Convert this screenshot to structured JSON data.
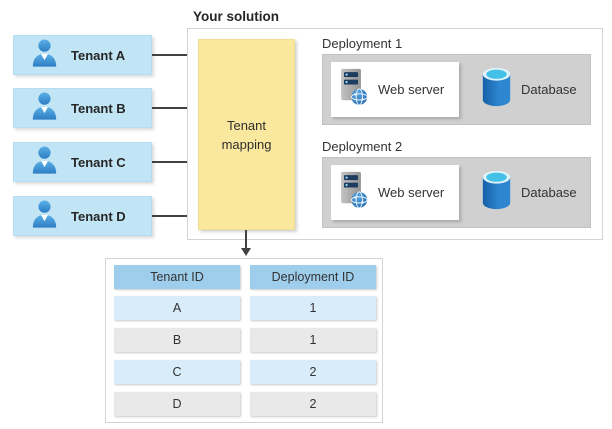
{
  "solution": {
    "title": "Your solution",
    "mapping_label": "Tenant mapping"
  },
  "tenants": [
    {
      "label": "Tenant A"
    },
    {
      "label": "Tenant B"
    },
    {
      "label": "Tenant C"
    },
    {
      "label": "Tenant D"
    }
  ],
  "deployments": [
    {
      "label": "Deployment 1",
      "web_server_label": "Web server",
      "database_label": "Database"
    },
    {
      "label": "Deployment 2",
      "web_server_label": "Web server",
      "database_label": "Database"
    }
  ],
  "mapping_table": {
    "columns": [
      "Tenant ID",
      "Deployment ID"
    ],
    "rows": [
      [
        "A",
        "1"
      ],
      [
        "B",
        "1"
      ],
      [
        "C",
        "2"
      ],
      [
        "D",
        "2"
      ]
    ]
  },
  "icons": {
    "person": "person-icon",
    "web_server": "web-server-icon",
    "database": "database-cylinder-icon"
  },
  "colors": {
    "tenant_box": "#c2e5f6",
    "mapping_box": "#fbe89f",
    "deployment_box": "#d0d0d0",
    "table_header": "#9fceec",
    "table_row_blue": "#d9ecf9",
    "table_row_gray": "#e9e9e9",
    "person_icon_blue": "#3a8ed2",
    "database_blue": "#2e86d1",
    "database_top_cyan": "#45c1e8",
    "arrow": "#414141"
  }
}
